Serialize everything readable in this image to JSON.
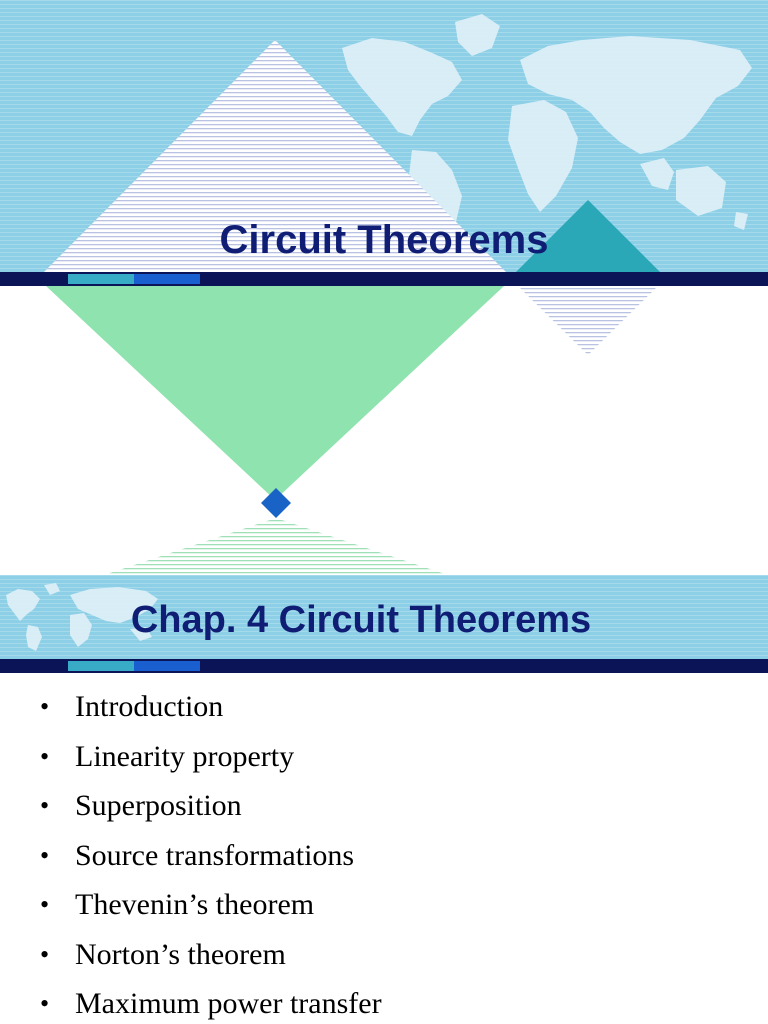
{
  "slide1": {
    "title": "Circuit Theorems"
  },
  "slide2": {
    "title": "Chap. 4 Circuit Theorems",
    "bullets": [
      "Introduction",
      "Linearity property",
      "Superposition",
      "Source transformations",
      "Thevenin’s theorem",
      "Norton’s theorem",
      "Maximum power transfer"
    ]
  },
  "colors": {
    "header_blue": "#8ccfe6",
    "title_navy": "#0f1e74",
    "bar_navy": "#0a1456",
    "green_triangle": "#8ee3ae",
    "teal_triangle": "#2aa8b8",
    "diamond_blue": "#1a63c6"
  }
}
